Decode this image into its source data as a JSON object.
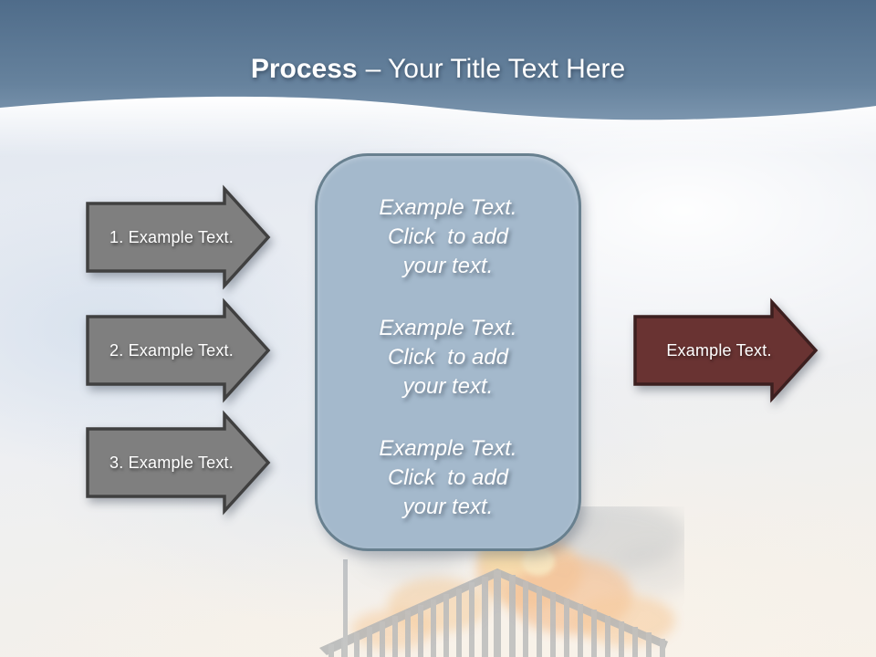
{
  "slide": {
    "header": {
      "title_bold": "Process",
      "title_rest": "– Your Title Text Here",
      "band_color_top": "#4f6c8a",
      "band_color_bottom": "#7b95ae"
    },
    "left_arrows": [
      {
        "label": "1. Example Text."
      },
      {
        "label": "2. Example Text."
      },
      {
        "label": "3. Example Text."
      }
    ],
    "center_box": {
      "fill_color": "#a4b9cc",
      "border_color": "#68808f",
      "paragraphs": [
        {
          "text": "Example Text.\nClick  to add\nyour text."
        },
        {
          "text": "Example Text.\nClick  to add\nyour text."
        },
        {
          "text": "Example Text.\nClick  to add\nyour text."
        }
      ]
    },
    "right_arrow": {
      "label": "Example Text.",
      "fill_color": "#693332",
      "border_color": "#3c1f1f"
    },
    "arrow_style": {
      "gray_fill": "#7f7f7f",
      "gray_border": "#404040",
      "text_color": "#ffffff"
    },
    "background_photo": "burning-house-photo"
  }
}
